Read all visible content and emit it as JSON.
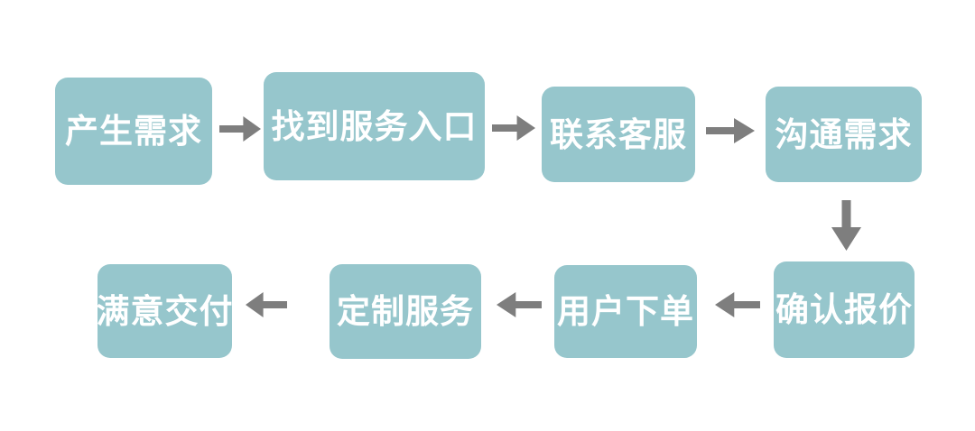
{
  "colors": {
    "box_fill": "#96C6CC",
    "arrow_fill": "#7E7E7E",
    "label_color": "#FFFFFF",
    "bg_color": "#FFFFFF"
  },
  "flow": {
    "steps": [
      {
        "label": "产生需求"
      },
      {
        "label": "找到服务入口"
      },
      {
        "label": "联系客服"
      },
      {
        "label": "沟通需求"
      },
      {
        "label": "确认报价"
      },
      {
        "label": "用户下单"
      },
      {
        "label": "定制服务"
      },
      {
        "label": "满意交付"
      }
    ],
    "connections": [
      {
        "from": "产生需求",
        "to": "找到服务入口",
        "icon": "arrow-right-icon"
      },
      {
        "from": "找到服务入口",
        "to": "联系客服",
        "icon": "arrow-right-icon"
      },
      {
        "from": "联系客服",
        "to": "沟通需求",
        "icon": "arrow-right-icon"
      },
      {
        "from": "沟通需求",
        "to": "确认报价",
        "icon": "arrow-down-icon"
      },
      {
        "from": "确认报价",
        "to": "用户下单",
        "icon": "arrow-left-icon"
      },
      {
        "from": "用户下单",
        "to": "定制服务",
        "icon": "arrow-left-icon"
      },
      {
        "from": "定制服务",
        "to": "满意交付",
        "icon": "arrow-left-icon"
      }
    ]
  }
}
